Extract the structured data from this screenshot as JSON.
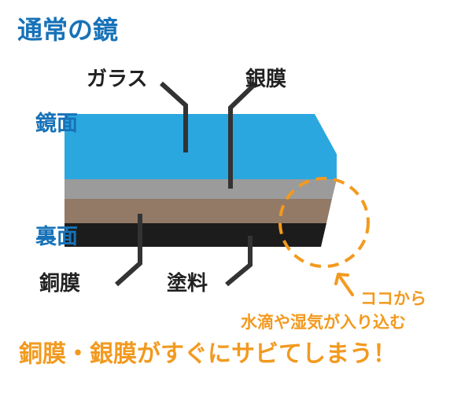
{
  "title": "通常の鏡",
  "labels": {
    "glass": "ガラス",
    "silver_film": "銀膜",
    "front_side": "鏡面",
    "back_side": "裏面",
    "copper_film": "銅膜",
    "paint": "塗料"
  },
  "callout": {
    "line1": "ココから",
    "line2": "水滴や湿気が入り込む"
  },
  "conclusion": "銅膜・銀膜がすぐにサビてしまう！",
  "colors": {
    "glass": "#2ba7e0",
    "silver_film": "#9b9b9b",
    "copper_film": "#927a67",
    "paint": "#1c1c1c",
    "title_blue": "#1772b8",
    "accent_orange": "#f29a1f",
    "leader_line": "#333333"
  }
}
